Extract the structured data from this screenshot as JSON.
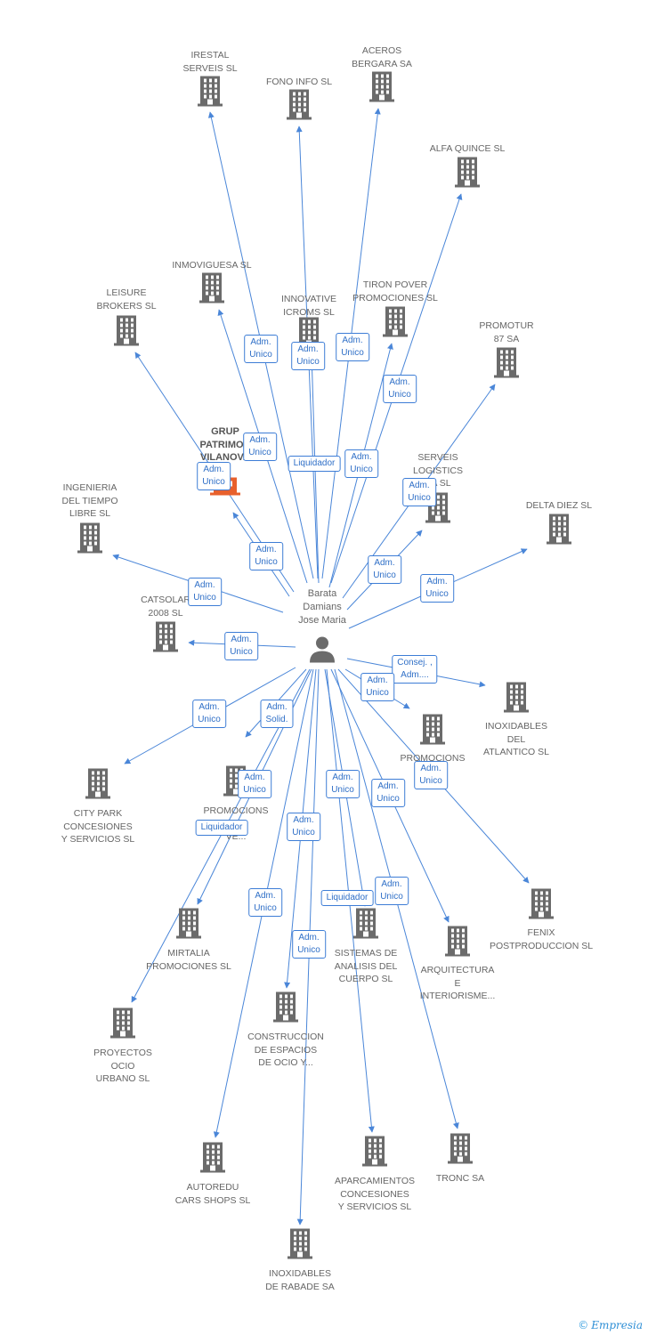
{
  "center": {
    "label": "Barata\nDamians\nJose Maria"
  },
  "colors": {
    "edge": "#4a86d8",
    "building": "#6b6b6b",
    "highlight": "#e8602c",
    "role_text": "#2f6fc7"
  },
  "companies": [
    {
      "id": "irestal",
      "label": "IRESTAL\nSERVEIS SL"
    },
    {
      "id": "fono",
      "label": "FONO INFO SL"
    },
    {
      "id": "aceros",
      "label": "ACEROS\nBERGARA SA"
    },
    {
      "id": "alfa",
      "label": "ALFA QUINCE SL"
    },
    {
      "id": "inmoviguesa",
      "label": "INMOVIGUESA SL"
    },
    {
      "id": "tiron",
      "label": "TIRON POVER\nPROMOCIONES SL"
    },
    {
      "id": "innovative",
      "label": "INNOVATIVE\nICROMS SL"
    },
    {
      "id": "leisure",
      "label": "LEISURE\nBROKERS SL"
    },
    {
      "id": "promotur",
      "label": "PROMOTUR\n87 SA"
    },
    {
      "id": "grup",
      "label": "GRUP\nPATRIMON\nVILANOVA"
    },
    {
      "id": "serveis",
      "label": "SERVEIS\nLOGISTICS\nSA SL"
    },
    {
      "id": "ingenieria",
      "label": "INGENIERIA\nDEL TIEMPO\nLIBRE SL"
    },
    {
      "id": "delta",
      "label": "DELTA DIEZ SL"
    },
    {
      "id": "catsolar",
      "label": "CATSOLAR\n2008 SL"
    },
    {
      "id": "inoxatl",
      "label": "INOXIDABLES\nDEL\nATLANTICO SL"
    },
    {
      "id": "promle",
      "label": "PROMOCIONS\nLE    E"
    },
    {
      "id": "citypark",
      "label": "CITY PARK\nCONCESIONES\nY SERVICIOS SL"
    },
    {
      "id": "promvi",
      "label": "PROMOCIONS\nLE\nVE..."
    },
    {
      "id": "fenix",
      "label": "FENIX\nPOSTPRODUCCION SL"
    },
    {
      "id": "mirtalia",
      "label": "MIRTALIA\nPROMOCIONES SL"
    },
    {
      "id": "sistemas",
      "label": "SISTEMAS DE\nANALISIS DEL\nCUERPO SL"
    },
    {
      "id": "arquitectura",
      "label": "ARQUITECTURA\nE\nINTERIORISME..."
    },
    {
      "id": "construccion",
      "label": "CONSTRUCCION\nDE ESPACIOS\nDE OCIO Y..."
    },
    {
      "id": "proyectos",
      "label": "PROYECTOS\nOCIO\nURBANO SL"
    },
    {
      "id": "autoredu",
      "label": "AUTOREDU\nCARS SHOPS SL"
    },
    {
      "id": "aparcamientos",
      "label": "APARCAMIENTOS\nCONCESIONES\nY SERVICIOS SL"
    },
    {
      "id": "tronc",
      "label": "TRONC SA"
    },
    {
      "id": "inoxrabade",
      "label": "INOXIDABLES\nDE RABADE SA"
    }
  ],
  "roles": [
    {
      "label": "Adm.\nUnico"
    },
    {
      "label": "Adm.\nUnico"
    },
    {
      "label": "Adm.\nUnico"
    },
    {
      "label": "Adm.\nUnico"
    },
    {
      "label": "Adm.\nUnico"
    },
    {
      "label": "Liquidador"
    },
    {
      "label": "Adm.\nUnico"
    },
    {
      "label": "Adm.\nUnico"
    },
    {
      "label": "Adm.\nUnico"
    },
    {
      "label": "Adm.\nUnico"
    },
    {
      "label": "Adm.\nUnico"
    },
    {
      "label": "Adm.\nUnico"
    },
    {
      "label": "Adm.\nUnico"
    },
    {
      "label": "Adm.\nUnico"
    },
    {
      "label": "Consej. ,\nAdm...."
    },
    {
      "label": "Adm.\nUnico"
    },
    {
      "label": "Adm.\nUnico"
    },
    {
      "label": "Adm.\nSolid."
    },
    {
      "label": "Adm.\nUnico"
    },
    {
      "label": "Adm.\nUnico"
    },
    {
      "label": "Adm.\nUnico"
    },
    {
      "label": "Adm.\nUnico"
    },
    {
      "label": "Liquidador"
    },
    {
      "label": "Adm.\nUnico"
    },
    {
      "label": "Adm.\nUnico"
    },
    {
      "label": "Liquidador"
    },
    {
      "label": "Adm.\nUnico"
    },
    {
      "label": "Adm.\nUnico"
    }
  ],
  "watermark": {
    "symbol": "©",
    "brand": "Empresia"
  }
}
